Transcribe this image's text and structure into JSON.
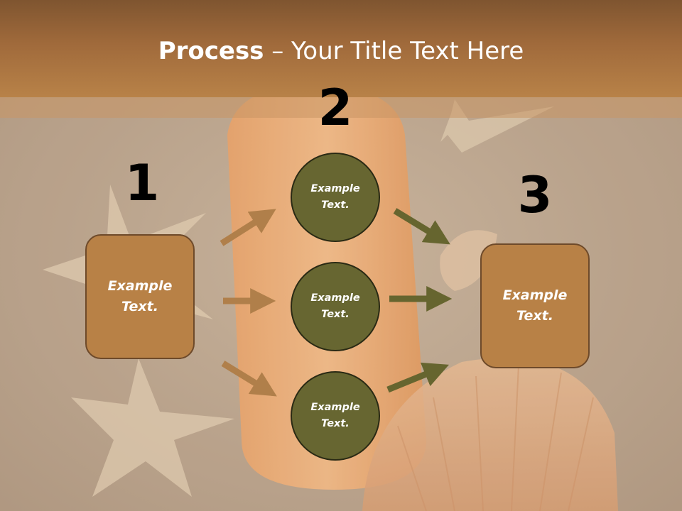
{
  "slide": {
    "title_bold": "Process",
    "title_rest": " – Your Title Text Here"
  },
  "steps": [
    {
      "number": "1"
    },
    {
      "number": "2"
    },
    {
      "number": "3"
    }
  ],
  "nodes": {
    "left_box": "Example Text.",
    "circle_top": "Example Text.",
    "circle_middle": "Example Text.",
    "circle_bottom": "Example Text.",
    "right_box": "Example Text."
  },
  "colors": {
    "box_fill": "#b88146",
    "circle_fill": "#676631",
    "arrow_left": "#b07f4a",
    "arrow_right": "#66652f",
    "title_bar": "#9b6a3d"
  },
  "icons": {
    "background": "beach-sand-starfish-seashell-sunscreen-photo"
  }
}
